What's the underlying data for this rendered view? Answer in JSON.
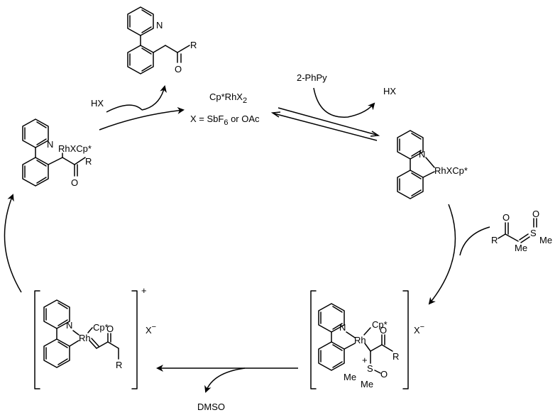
{
  "catalyst": {
    "formula_main": "Cp*RhX",
    "formula_sub": "2",
    "counterion_prefix": "X = SbF",
    "counterion_sub": "6",
    "counterion_suffix": " or OAc"
  },
  "reagents": {
    "hx_left": "HX",
    "phpy": "2-PhPy",
    "hx_right": "HX",
    "dmso": "DMSO"
  },
  "labels": {
    "N": "N",
    "O": "O",
    "R": "R",
    "S": "S",
    "Me": "Me",
    "Rh": "Rh",
    "RhXCp": "RhXCp*",
    "Cp": "Cp*",
    "Xminus": "X",
    "minus": "−",
    "plus": "+"
  }
}
